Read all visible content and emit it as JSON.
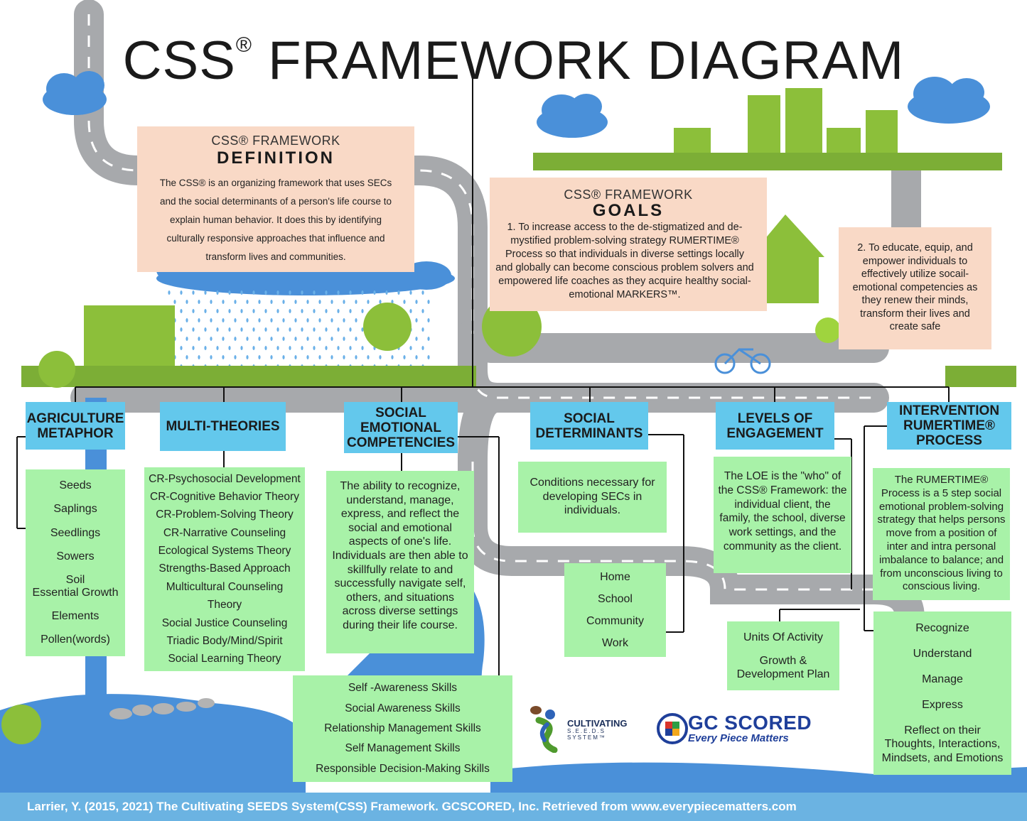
{
  "title": {
    "main": "CSS",
    "reg": "®",
    "rest": " FRAMEWORK DIAGRAM"
  },
  "definition": {
    "sub": "CSS® FRAMEWORK",
    "heading": "DEFINITION",
    "text": "The CSS® is an organizing framework that uses SECs and the social determinants of a person's life course to explain human behavior. It does this by identifying culturally responsive approaches that influence and transform lives and communities."
  },
  "goals": {
    "sub": "CSS® FRAMEWORK",
    "heading": "GOALS",
    "goal1": "1. To increase access to the de-stigmatized and de-mystified problem-solving strategy RUMERTIME® Process so that individuals in diverse settings locally and globally can become conscious problem solvers and empowered life coaches as they acquire healthy social-emotional MARKERS™.",
    "goal2": "2. To educate, equip, and empower individuals to effectively utilize socail-emotional competencies as they renew their minds, transform their lives and create safe"
  },
  "categories": {
    "agriculture": {
      "label": "AGRICULTURE METAPHOR",
      "items": [
        "Seeds",
        "Saplings",
        "Seedlings",
        "Sowers",
        "Soil",
        "Essential Growth",
        "Elements",
        "Pollen(words)"
      ]
    },
    "theories": {
      "label": "MULTI-THEORIES",
      "items": [
        "CR-Psychosocial Development",
        "CR-Cognitive Behavior Theory",
        "CR-Problem-Solving Theory",
        "CR-Narrative Counseling",
        "Ecological Systems Theory",
        "Strengths-Based Approach",
        "Multicultural Counseling",
        "Theory",
        "Social Justice Counseling",
        "Triadic Body/Mind/Spirit",
        "Social Learning Theory"
      ]
    },
    "sec": {
      "label": "SOCIAL EMOTIONAL COMPETENCIES",
      "text": "The ability to recognize, understand, manage, express, and reflect the social and emotional aspects of one's life. Individuals are then able to skillfully relate to and successfully navigate self, others, and situations across diverse settings during their life course.",
      "skills": [
        "Self -Awareness Skills",
        "Social Awareness Skills",
        "Relationship Management Skills",
        "Self Management Skills",
        "Responsible Decision-Making Skills"
      ]
    },
    "determinants": {
      "label": "SOCIAL DETERMINANTS",
      "text": "Conditions necessary for developing  SECs in individuals.",
      "items": [
        "Home",
        "School",
        "Community",
        "Work"
      ]
    },
    "loe": {
      "label": "LEVELS OF ENGAGEMENT",
      "text": "The LOE is the \"who\" of the CSS® Framework: the individual client, the family, the school, diverse work settings, and the community as the client.",
      "items": [
        "Units Of Activity",
        "Growth & Development Plan"
      ]
    },
    "intervention": {
      "label": "INTERVENTION RUMERTIME® PROCESS",
      "text": "The RUMERTIME® Process is a 5 step social emotional problem-solving strategy that helps persons move from a position of inter and intra personal imbalance to balance; and from unconscious living to conscious living.",
      "items": [
        "Recognize",
        "Understand",
        "Manage",
        "Express",
        "Reflect on their Thoughts, Interactions, Mindsets, and Emotions"
      ]
    }
  },
  "logos": {
    "cultivating": "CULTIVATING",
    "seeds": "S.E.E.D.S",
    "system": "SYSTEM™",
    "gc": "GC SCORED",
    "gc_tag": "Every Piece Matters"
  },
  "footer": "Larrier, Y. (2015, 2021) The Cultivating SEEDS System(CSS) Framework. GCSCORED, Inc. Retrieved from www.everypiecematters.com",
  "colors": {
    "pink": "#f9d9c6",
    "category_blue": "#63c8ec",
    "content_green": "#a8f2a8",
    "footer_blue": "#6bb3e2",
    "road": "#a7a9ac",
    "building": "#8cbf3a",
    "water": "#4a90d9"
  }
}
